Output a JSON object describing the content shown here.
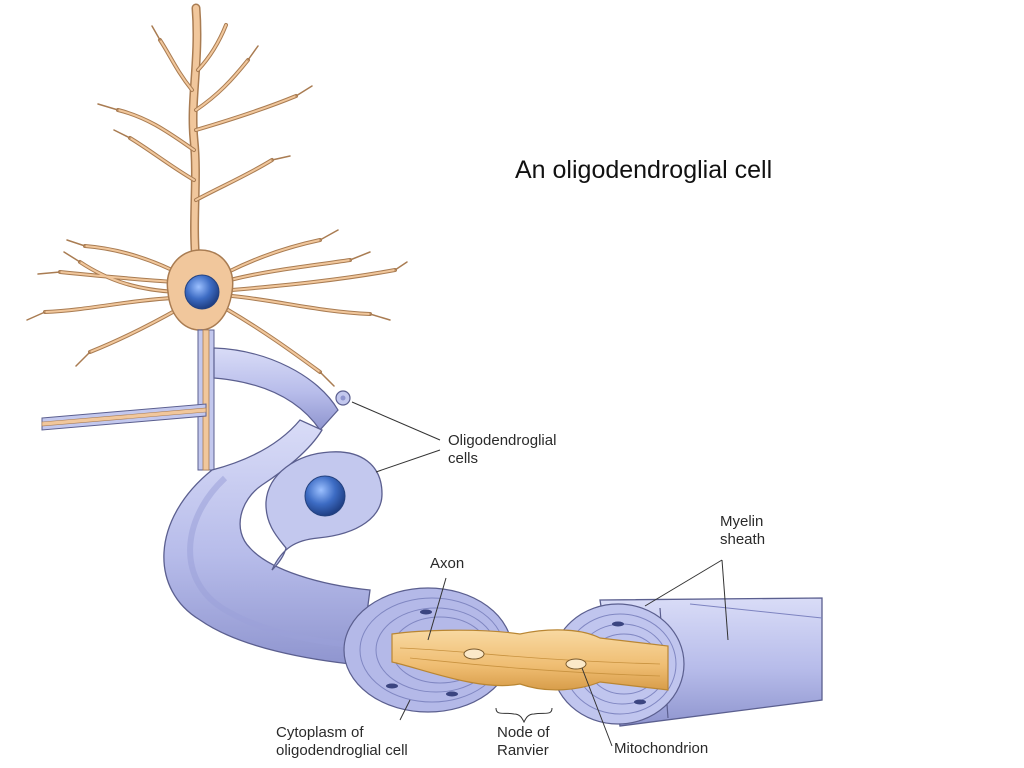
{
  "caption": "An oligodendroglial cell",
  "labels": {
    "oligodendroglial_cells": [
      "Oligodendroglial",
      "cells"
    ],
    "myelin_sheath": [
      "Myelin",
      "sheath"
    ],
    "axon": "Axon",
    "cytoplasm": [
      "Cytoplasm of",
      "oligodendroglial cell"
    ],
    "node_of_ranvier": [
      "Node of",
      "Ranvier"
    ],
    "mitochondrion": "Mitochondrion"
  },
  "colors": {
    "neuron_body": "#f1c79c",
    "neuron_outline": "#a97c52",
    "nucleus": "#3d6cc4",
    "myelin": "#c3c8ee",
    "myelin_dark": "#8f95cf",
    "myelin_outline": "#5b5f8f",
    "axon_core": "#f0c178",
    "axon_outline": "#b98633"
  }
}
